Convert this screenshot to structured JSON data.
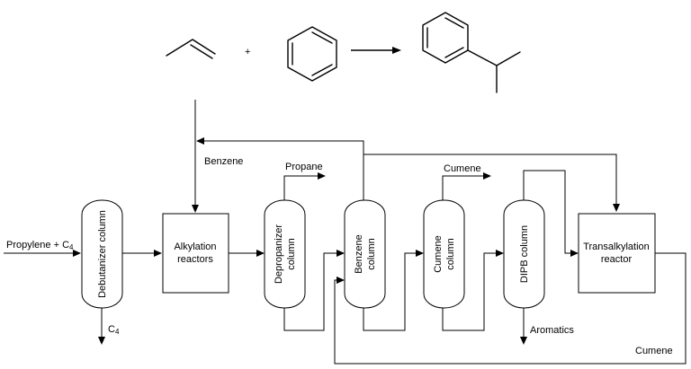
{
  "reaction": {
    "plus": "+"
  },
  "units": {
    "debutanizer": "Debutanizer column",
    "alkylation_line1": "Alkylation",
    "alkylation_line2": "reactors",
    "depropanizer_line1": "Depropanizer",
    "depropanizer_line2": "column",
    "benzene_col_line1": "Benzene",
    "benzene_col_line2": "column",
    "cumene_col_line1": "Cumene",
    "cumene_col_line2": "column",
    "dipb": "DIPB column",
    "transalkylation_line1": "Transalkylation",
    "transalkylation_line2": "reactor"
  },
  "streams": {
    "feed_main": "Propylene + C",
    "feed_sub": "4",
    "c4_main": "C",
    "c4_sub": "4",
    "benzene": "Benzene",
    "propane": "Propane",
    "cumene_top": "Cumene",
    "aromatics": "Aromatics",
    "cumene_bottom": "Cumene"
  }
}
